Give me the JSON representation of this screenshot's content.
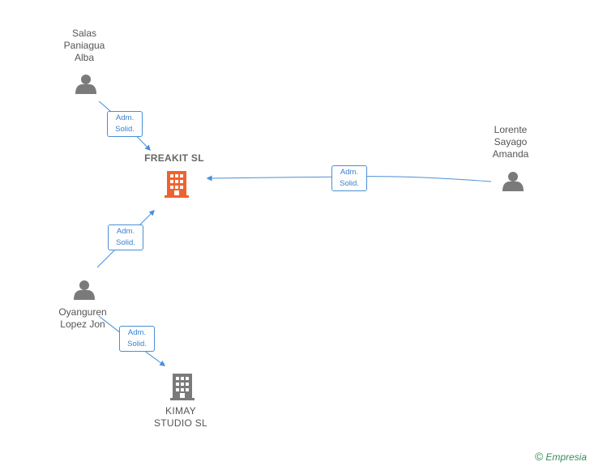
{
  "nodes": {
    "salas": {
      "name_lines": [
        "Salas",
        "Paniagua",
        "Alba"
      ],
      "type": "person",
      "icon": "person-icon",
      "color": "#7a7a7a"
    },
    "lorente": {
      "name_lines": [
        "Lorente",
        "Sayago",
        "Amanda"
      ],
      "type": "person",
      "icon": "person-icon",
      "color": "#7a7a7a"
    },
    "oyanguren": {
      "name_lines": [
        "Oyanguren",
        "Lopez Jon"
      ],
      "type": "person",
      "icon": "person-icon",
      "color": "#7a7a7a"
    },
    "freakit": {
      "name_lines": [
        "FREAKIT SL"
      ],
      "type": "company",
      "icon": "building-icon",
      "color": "#f0622d"
    },
    "kimay": {
      "name_lines": [
        "KIMAY",
        "STUDIO SL"
      ],
      "type": "company",
      "icon": "building-icon",
      "color": "#7a7a7a"
    }
  },
  "edges": [
    {
      "from": "salas",
      "to": "freakit",
      "label_lines": [
        "Adm.",
        "Solid."
      ]
    },
    {
      "from": "lorente",
      "to": "freakit",
      "label_lines": [
        "Adm.",
        "Solid."
      ]
    },
    {
      "from": "oyanguren",
      "to": "freakit",
      "label_lines": [
        "Adm.",
        "Solid."
      ]
    },
    {
      "from": "oyanguren",
      "to": "kimay",
      "label_lines": [
        "Adm.",
        "Solid."
      ]
    }
  ],
  "edge_color": "#4a8fd6",
  "footer": {
    "symbol": "©",
    "brand": "Empresia",
    "brand_color": "#3a8c5a"
  }
}
